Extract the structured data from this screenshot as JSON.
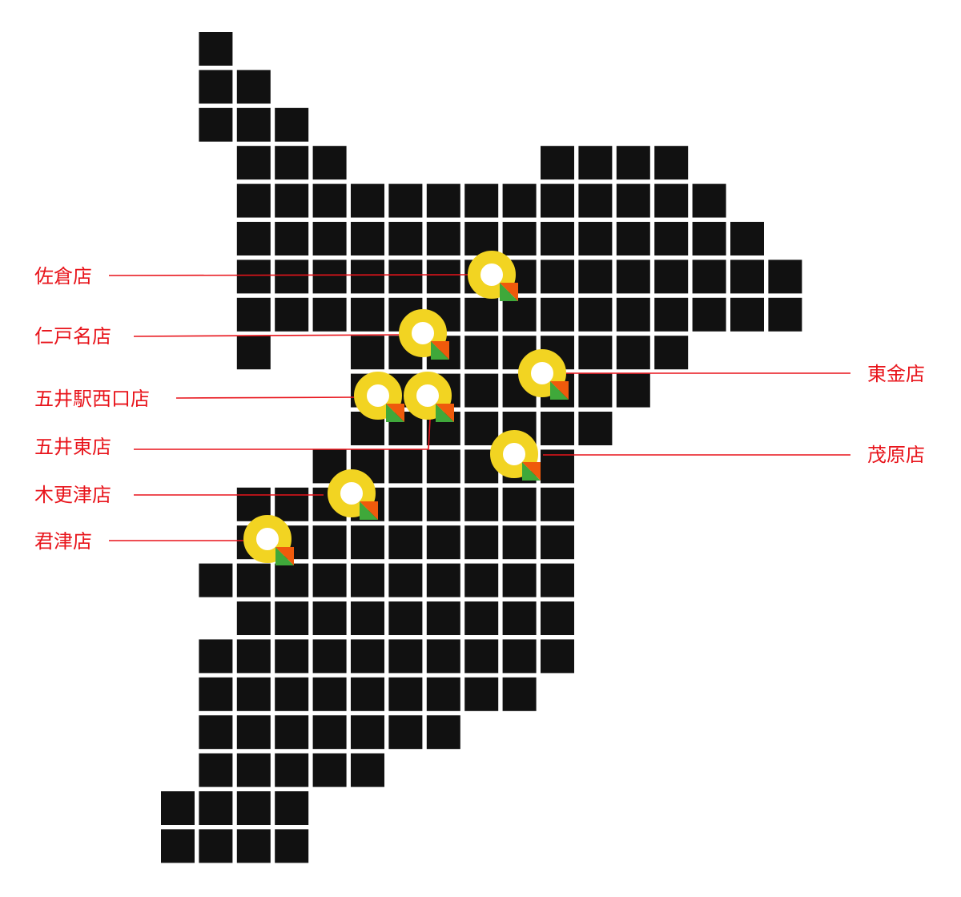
{
  "map": {
    "colors": {
      "land": "#111111",
      "background": "#ffffff",
      "label": "#e8141b",
      "marker_ring": "#f2d422",
      "marker_green": "#3fa83a",
      "marker_orange": "#ef5a0c"
    },
    "stores": [
      {
        "id": "sakura",
        "label": "佐倉店",
        "icon": "store-marker-icon"
      },
      {
        "id": "nitona",
        "label": "仁戸名店",
        "icon": "store-marker-icon"
      },
      {
        "id": "goi-eki-nishiguchi",
        "label": "五井駅西口店",
        "icon": "store-marker-icon"
      },
      {
        "id": "goi-higashi",
        "label": "五井東店",
        "icon": "store-marker-icon"
      },
      {
        "id": "kisarazu",
        "label": "木更津店",
        "icon": "store-marker-icon"
      },
      {
        "id": "kimitsu",
        "label": "君津店",
        "icon": "store-marker-icon"
      },
      {
        "id": "togane",
        "label": "東金店",
        "icon": "store-marker-icon"
      },
      {
        "id": "mobara",
        "label": "茂原店",
        "icon": "store-marker-icon"
      }
    ]
  }
}
